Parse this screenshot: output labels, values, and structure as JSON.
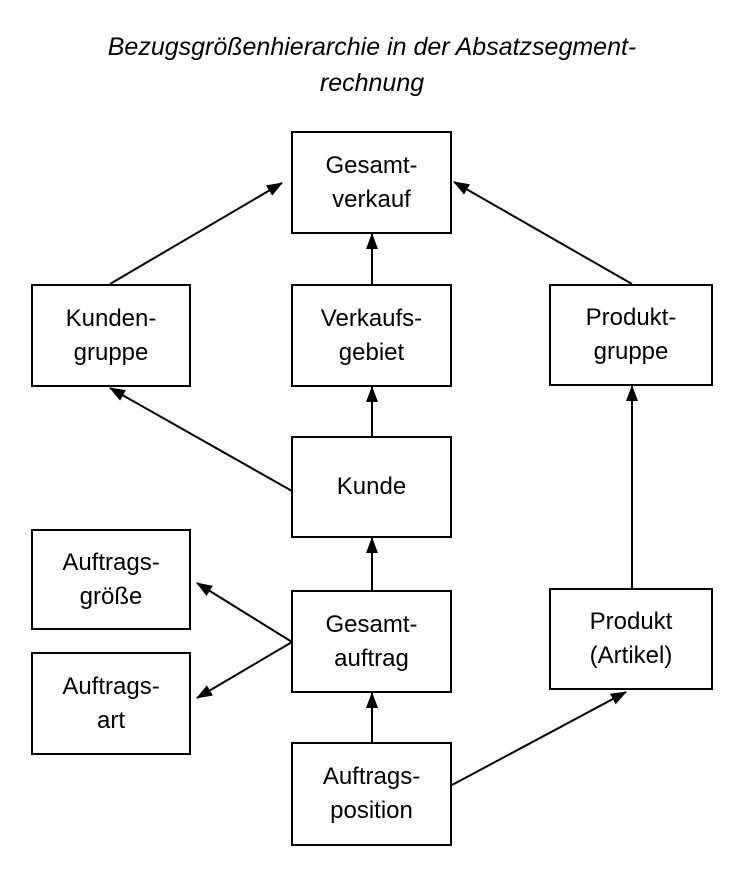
{
  "title": {
    "line1": "Bezugsgrößenhierarchie in der Absatzsegment-",
    "line2": "rechnung"
  },
  "nodes": {
    "gesamtverkauf": {
      "line1": "Gesamt-",
      "line2": "verkauf"
    },
    "kundengruppe": {
      "line1": "Kunden-",
      "line2": "gruppe"
    },
    "verkaufsgebiet": {
      "line1": "Verkaufs-",
      "line2": "gebiet"
    },
    "produktgruppe": {
      "line1": "Produkt-",
      "line2": "gruppe"
    },
    "kunde": {
      "line1": "Kunde"
    },
    "auftragsgroesse": {
      "line1": "Auftrags-",
      "line2": "größe"
    },
    "gesamtauftrag": {
      "line1": "Gesamt-",
      "line2": "auftrag"
    },
    "produkt": {
      "line1": "Produkt",
      "line2": "(Artikel)"
    },
    "auftragsart": {
      "line1": "Auftrags-",
      "line2": "art"
    },
    "auftragsposition": {
      "line1": "Auftrags-",
      "line2": "position"
    }
  },
  "edges": [
    {
      "from": "kundengruppe",
      "to": "gesamtverkauf"
    },
    {
      "from": "verkaufsgebiet",
      "to": "gesamtverkauf"
    },
    {
      "from": "produktgruppe",
      "to": "gesamtverkauf"
    },
    {
      "from": "kunde",
      "to": "kundengruppe"
    },
    {
      "from": "kunde",
      "to": "verkaufsgebiet"
    },
    {
      "from": "gesamtauftrag",
      "to": "kunde"
    },
    {
      "from": "gesamtauftrag",
      "to": "auftragsgroesse"
    },
    {
      "from": "gesamtauftrag",
      "to": "auftragsart"
    },
    {
      "from": "auftragsposition",
      "to": "gesamtauftrag"
    },
    {
      "from": "auftragsposition",
      "to": "produkt"
    },
    {
      "from": "produkt",
      "to": "produktgruppe"
    }
  ]
}
